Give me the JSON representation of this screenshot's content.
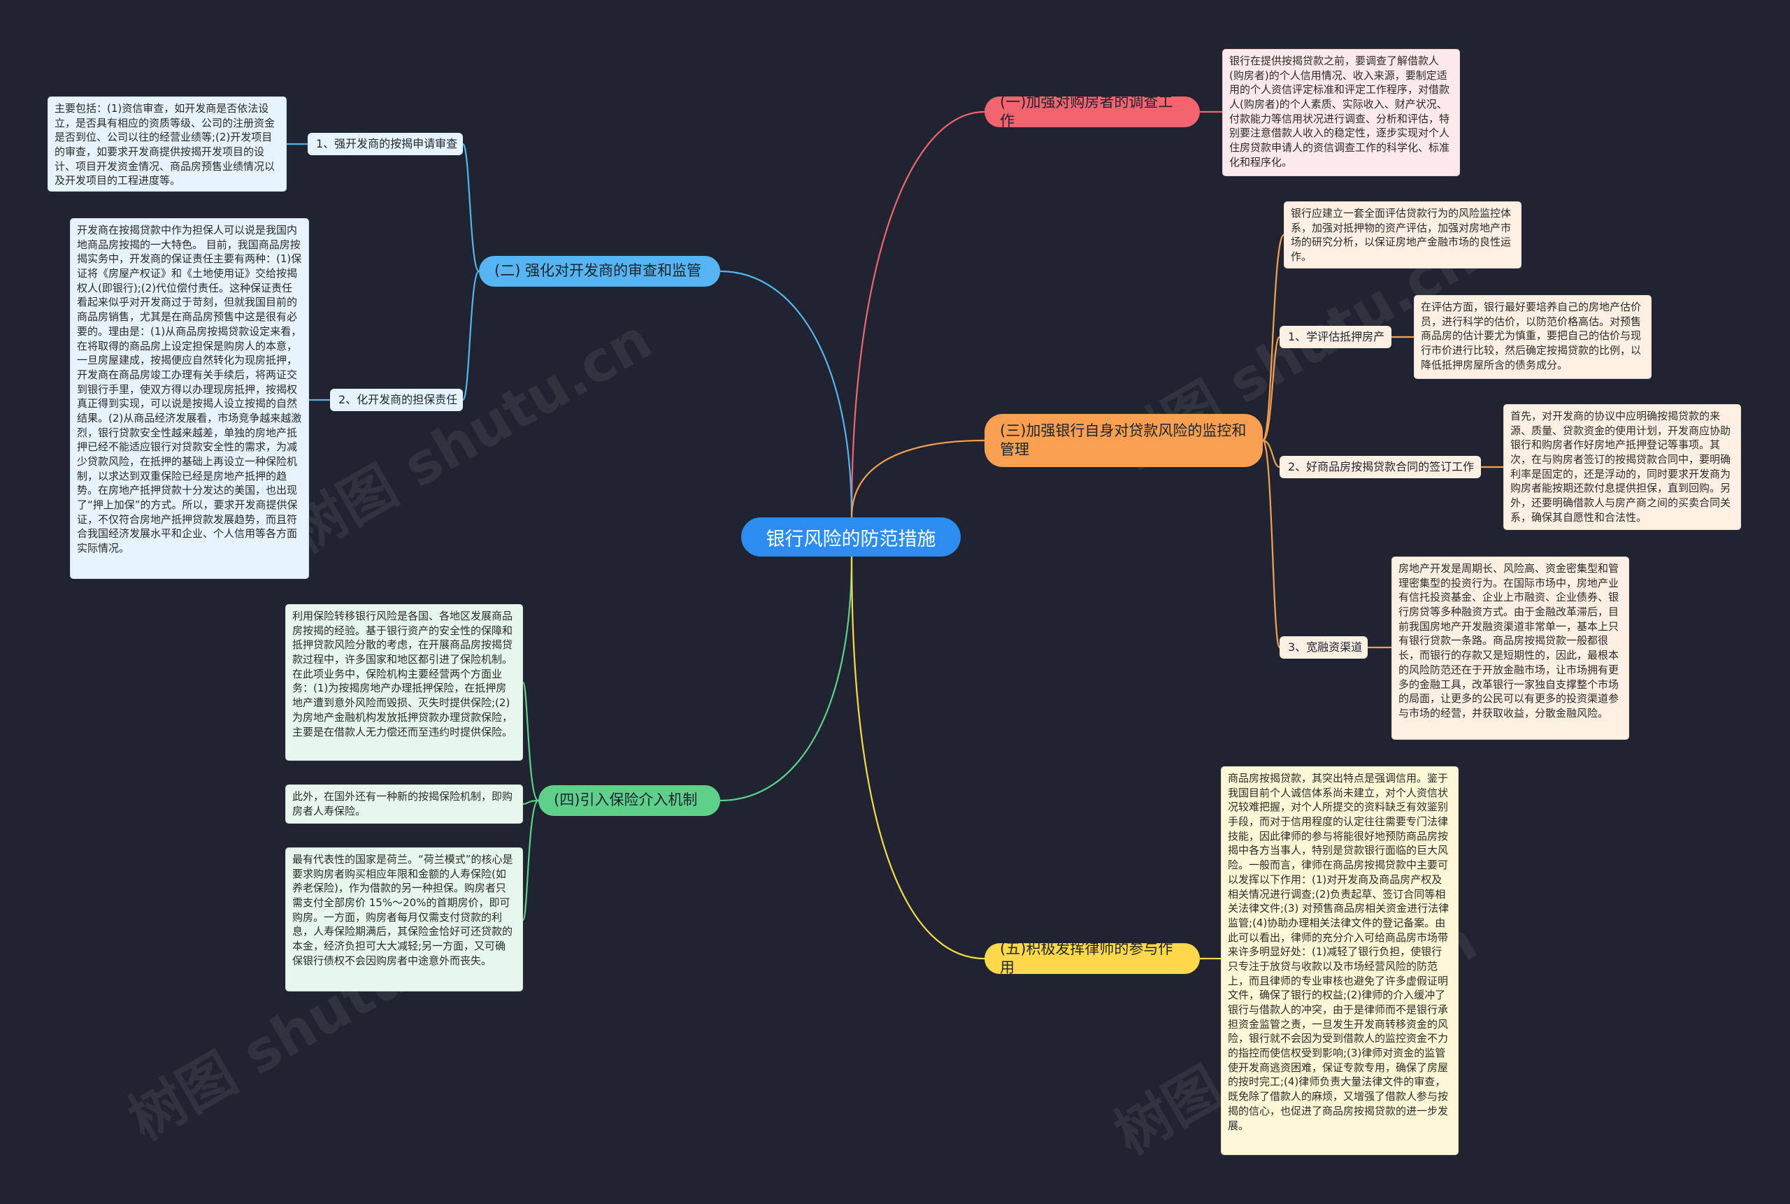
{
  "root": {
    "label": "银行风险的防范措施"
  },
  "branches": {
    "b1": {
      "label": "(一)加强对购房者的调查工作"
    },
    "b2": {
      "label": "(二) 强化对开发商的审查和监管"
    },
    "b3": {
      "label": "(三)加强银行自身对贷款风险的监控和管理"
    },
    "b4": {
      "label": "(四)引入保险介入机制"
    },
    "b5": {
      "label": "(五)积极发挥律师的参与作用"
    }
  },
  "subs": {
    "b2s1": {
      "label": "1、强开发商的按揭申请审查"
    },
    "b2s2": {
      "label": "2、化开发商的担保责任"
    },
    "b3s1": {
      "label": "1、学评估抵押房产"
    },
    "b3s2": {
      "label": "2、好商品房按揭贷款合同的签订工作"
    },
    "b3s3": {
      "label": "3、宽融资渠道"
    }
  },
  "leaves": {
    "b1l1": "银行在提供按揭贷款之前，要调查了解借款人(购房者)的个人信用情况、收入来源，要制定适用的个人资信评定标准和评定工作程序，对借款人(购房者)的个人素质、实际收入、财产状况、付款能力等信用状况进行调查、分析和评估，特别要注意借款人收入的稳定性，逐步实现对个人住房贷款申请人的资信调查工作的科学化、标准化和程序化。",
    "b2l1": "主要包括：(1)资信审查，如开发商是否依法设立，是否具有相应的资质等级、公司的注册资金是否到位、公司以往的经营业绩等;(2)开发项目的审查，如要求开发商提供按揭开发项目的设计、项目开发资金情况、商品房预售业绩情况以及开发项目的工程进度等。",
    "b2l2": "开发商在按揭贷款中作为担保人可以说是我国内地商品房按揭的一大特色。 目前，我国商品房按揭实务中，开发商的保证责任主要有两种：(1)保证将《房屋产权证》和《土地使用证》交给按揭权人(即银行);(2)代位偿付责任。这种保证责任看起来似乎对开发商过于苛刻，但就我国目前的商品房销售，尤其是在商品房预售中这是很有必要的。理由是：(1)从商品房按揭贷款设定来看，在将取得的商品房上设定担保是购房人的本意，一旦房屋建成，按揭便应自然转化为现房抵押，开发商在商品房竣工办理有关手续后，将两证交到银行手里，使双方得以办理现房抵押，按揭权真正得到实现，可以说是按揭人设立按揭的自然结果。(2)从商品经济发展看，市场竞争越来越激烈，银行贷款安全性越来越差，单独的房地产抵押已经不能适应银行对贷款安全性的需求，为减少贷款风险，在抵押的基础上再设立一种保险机制，以求达到双重保险已经是房地产抵押的趋势。在房地产抵押贷款十分发达的美国，也出现了“押上加保”的方式。所以，要求开发商提供保证，不仅符合房地产抵押贷款发展趋势，而且符合我国经济发展水平和企业、个人信用等各方面实际情况。",
    "b3l0": "银行应建立一套全面评估贷款行为的风险监控体系，加强对抵押物的资产评估，加强对房地产市场的研究分析，以保证房地产金融市场的良性运作。",
    "b3l1": "在评估方面，银行最好要培养自己的房地产估价员，进行科学的估价，以防范价格高估。对预售商品房的估计要尤为慎重，要把自己的估价与现行市价进行比较，然后确定按揭贷款的比例，以降低抵押房屋所含的债务成分。",
    "b3l2": "首先，对开发商的协议中应明确按揭贷款的来源、质量、贷款资金的使用计划，开发商应协助银行和购房者作好房地产抵押登记等事项。其次，在与购房者签订的按揭贷款合同中，要明确利率是固定的，还是浮动的，同时要求开发商为购房者能按期还款付息提供担保，直到回购。另外，还要明确借款人与房产商之间的买卖合同关系，确保其自愿性和合法性。",
    "b3l3": "房地产开发是周期长、风险高、资金密集型和管理密集型的投资行为。在国际市场中，房地产业有信托投资基金、企业上市融资、企业债券、银行房贷等多种融资方式。由于金融改革滞后，目前我国房地产开发融资渠道非常单一，基本上只有银行贷款一条路。商品房按揭贷款一般都很长，而银行的存款又是短期性的，因此，最根本的风险防范还在于开放金融市场，让市场拥有更多的金融工具，改革银行一家独自支撑整个市场的局面，让更多的公民可以有更多的投资渠道参与市场的经营，并获取收益，分散金融风险。",
    "b4l1": "利用保险转移银行风险是各国、各地区发展商品房按揭的经验。基于银行资产的安全性的保障和抵押贷款风险分散的考虑，在开展商品房按揭贷款过程中，许多国家和地区都引进了保险机制。在此项业务中，保险机构主要经营两个方面业务：(1)为按揭房地产办理抵押保险，在抵押房地产遭到意外风险而毁损、灭失时提供保险;(2)为房地产金融机构发放抵押贷款办理贷款保险，主要是在借款人无力偿还而至违约时提供保险。",
    "b4l2": "此外，在国外还有一种新的按揭保险机制，即购房者人寿保险。",
    "b4l3": "最有代表性的国家是荷兰。“荷兰模式”的核心是要求购房者购买相应年限和金额的人寿保险(如养老保险)，作为借款的另一种担保。购房者只需支付全部房价 15%～20%的首期房价，即可购房。一方面，购房者每月仅需支付贷款的利息，人寿保险期满后，其保险金恰好可还贷款的本金，经济负担可大大减轻;另一方面，又可确保银行债权不会因购房者中途意外而丧失。",
    "b5l1": "商品房按揭贷款，其突出特点是强调信用。鉴于我国目前个人诚信体系尚未建立，对个人资信状况较难把握，对个人所提交的资料缺乏有效鉴别手段，而对于信用程度的认定往往需要专门法律技能，因此律师的参与将能很好地预防商品房按揭中各方当事人，特别是贷款银行面临的巨大风险。一般而言，律师在商品房按揭贷款中主要可以发挥以下作用：(1)对开发商及商品房产权及相关情况进行调查;(2)负责起草、签订合同等相关法律文件;(3) 对预售商品房相关资金进行法律监管;(4)协助办理相关法律文件的登记备案。由此可以看出，律师的充分介入可给商品房市场带来许多明显好处：(1)减轻了银行负担，使银行只专注于放贷与收款以及市场经营风险的防范上，而且律师的专业审核也避免了许多虚假证明文件，确保了银行的权益;(2)律师的介入缓冲了银行与借款人的冲突，由于是律师而不是银行承担资金监管之责，一旦发生开发商转移资金的风险，银行就不会因为受到借款人的监控资金不力的指控而使信权受到影响;(3)律师对资金的监管使开发商逃资困难，保证专款专用，确保了房屋的按时完工;(4)律师负责大量法律文件的审查，既免除了借款人的麻烦，又增强了借款人参与按揭的信心，也促进了商品房按揭贷款的进一步发展。"
  },
  "colors": {
    "background": "#1f2430",
    "root": "#2d8cf0",
    "red": "#f4646e",
    "blue": "#56b4f2",
    "orange": "#f99f52",
    "green": "#5fd08a",
    "yellow": "#ffd94a"
  }
}
